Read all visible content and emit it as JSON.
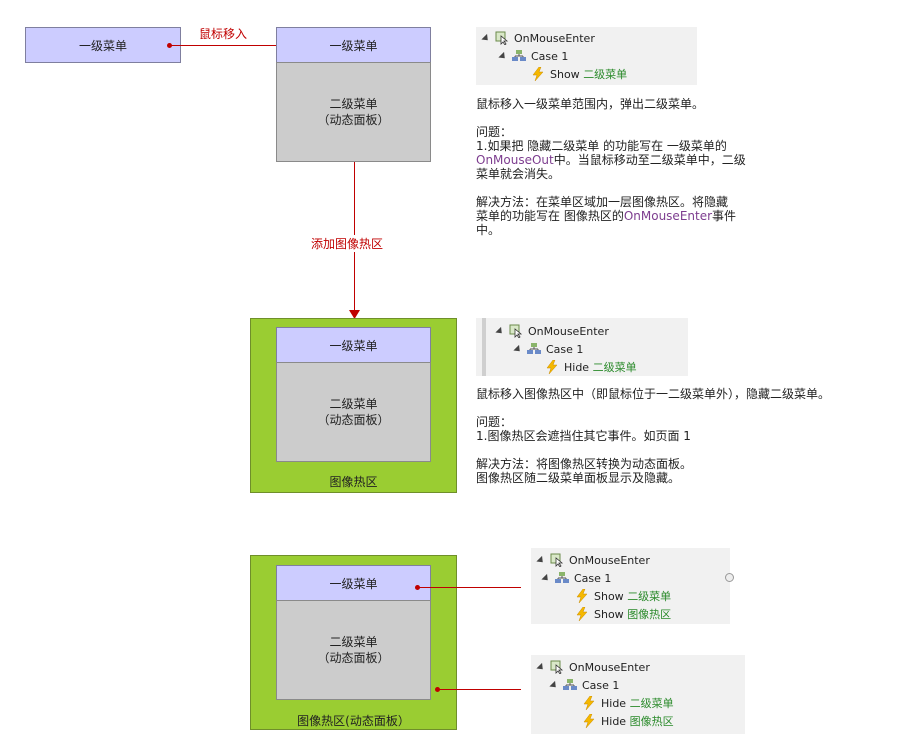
{
  "top": {
    "menu1_small": "一级菜单",
    "arrow_label": "鼠标移入",
    "menu1": "一级菜单",
    "menu2_line1": "二级菜单",
    "menu2_line2": "（动态面板）",
    "add_label": "添加图像热区"
  },
  "panel1": {
    "event": "OnMouseEnter",
    "case": "Case 1",
    "action": "Show",
    "target": "二级菜单"
  },
  "note1": {
    "line1": "鼠标移入一级菜单范围内，弹出二级菜单。",
    "problem_title": "问题：",
    "p_a": "1.如果把  隐藏二级菜单  的功能写在  一级菜单的",
    "p_b_event": "OnMouseOut",
    "p_b_rest": "中。当鼠标移动至二级菜单中，二级",
    "p_c": "菜单就会消失。",
    "sol_a": "解决方法：在菜单区域加一层图像热区。将隐藏",
    "sol_b_pre": "菜单的功能写在  图像热区的",
    "sol_b_event": "OnMouseEnter",
    "sol_b_post": "事件",
    "sol_c": "中。"
  },
  "middle": {
    "menu1": "一级菜单",
    "menu2_line1": "二级菜单",
    "menu2_line2": "（动态面板）",
    "hot_label": "图像热区"
  },
  "panel2": {
    "event": "OnMouseEnter",
    "case": "Case 1",
    "action": "Hide",
    "target": "二级菜单"
  },
  "note2": {
    "line1": "鼠标移入图像热区中（即鼠标位于一二级菜单外），隐藏二级菜单。",
    "problem_title": "问题：",
    "p_a": "1.图像热区会遮挡住其它事件。如页面 1",
    "sol_a": "解决方法：将图像热区转换为动态面板。",
    "sol_b": "图像热区随二级菜单面板显示及隐藏。"
  },
  "bottom": {
    "menu1": "一级菜单",
    "menu2_line1": "二级菜单",
    "menu2_line2": "（动态面板）",
    "hot_label": "图像热区(动态面板）"
  },
  "panel3": {
    "event": "OnMouseEnter",
    "case": "Case 1",
    "action1": "Show",
    "target1": "二级菜单",
    "action2": "Show",
    "target2": "图像热区"
  },
  "panel4": {
    "event": "OnMouseEnter",
    "case": "Case 1",
    "action1": "Hide",
    "target1": "二级菜单",
    "action2": "Hide",
    "target2": "图像热区"
  },
  "colors": {
    "menu1": "#ccccff",
    "menu2": "#cccccc",
    "hotspot": "#9acd32",
    "arrow": "#c00000",
    "link_green": "#2a8a2a"
  }
}
